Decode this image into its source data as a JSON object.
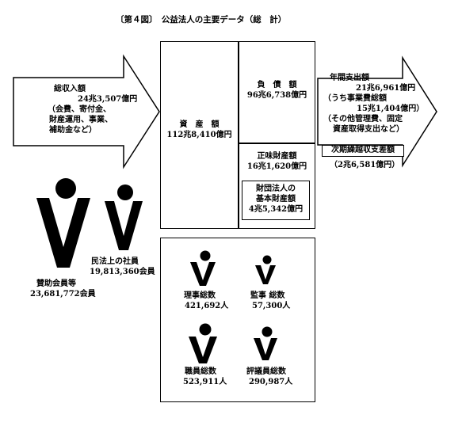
{
  "title": "〔第４図〕　公益法人の主要データ（総　計）",
  "income": {
    "label": "総収入額",
    "amount": "24兆3,507億円",
    "breakdown": [
      "（会費、寄付金、",
      "財産運用、事業、",
      "補助金など）"
    ]
  },
  "assets": {
    "label": "資　産　額",
    "amount": "112兆8,410億円"
  },
  "liabilities": {
    "label": "負　債　額",
    "amount": "96兆6,738億円"
  },
  "net_assets": {
    "label": "正味財産額",
    "amount": "16兆1,620億円"
  },
  "foundation_assets": {
    "lines": [
      "財団法人の",
      "基本財産額"
    ],
    "amount": "4兆5,342億円"
  },
  "expenditure": {
    "label": "年間支出額",
    "amount": "21兆6,961億円",
    "business_label": "（うち事業費総額",
    "business_amount": "15兆1,404億円）",
    "other_lines": [
      "（その他管理費、固定",
      "資産取得支出など）"
    ]
  },
  "carryover": {
    "label": "次期繰越収支差額",
    "amount": "（2兆6,581億円）"
  },
  "members": {
    "supporting_label": "賛助会員等",
    "supporting_count": "23,681,772会員",
    "civil_label": "民法上の社員",
    "civil_count": "19,813,360会員"
  },
  "officers": [
    {
      "label": "理事総数",
      "count": "421,692人"
    },
    {
      "label": "監事 総数",
      "count": "57,300人"
    },
    {
      "label": "職員総数",
      "count": "523,911人"
    },
    {
      "label": "評議員総数",
      "count": "290,987人"
    }
  ],
  "icons": [
    "person-icon"
  ]
}
